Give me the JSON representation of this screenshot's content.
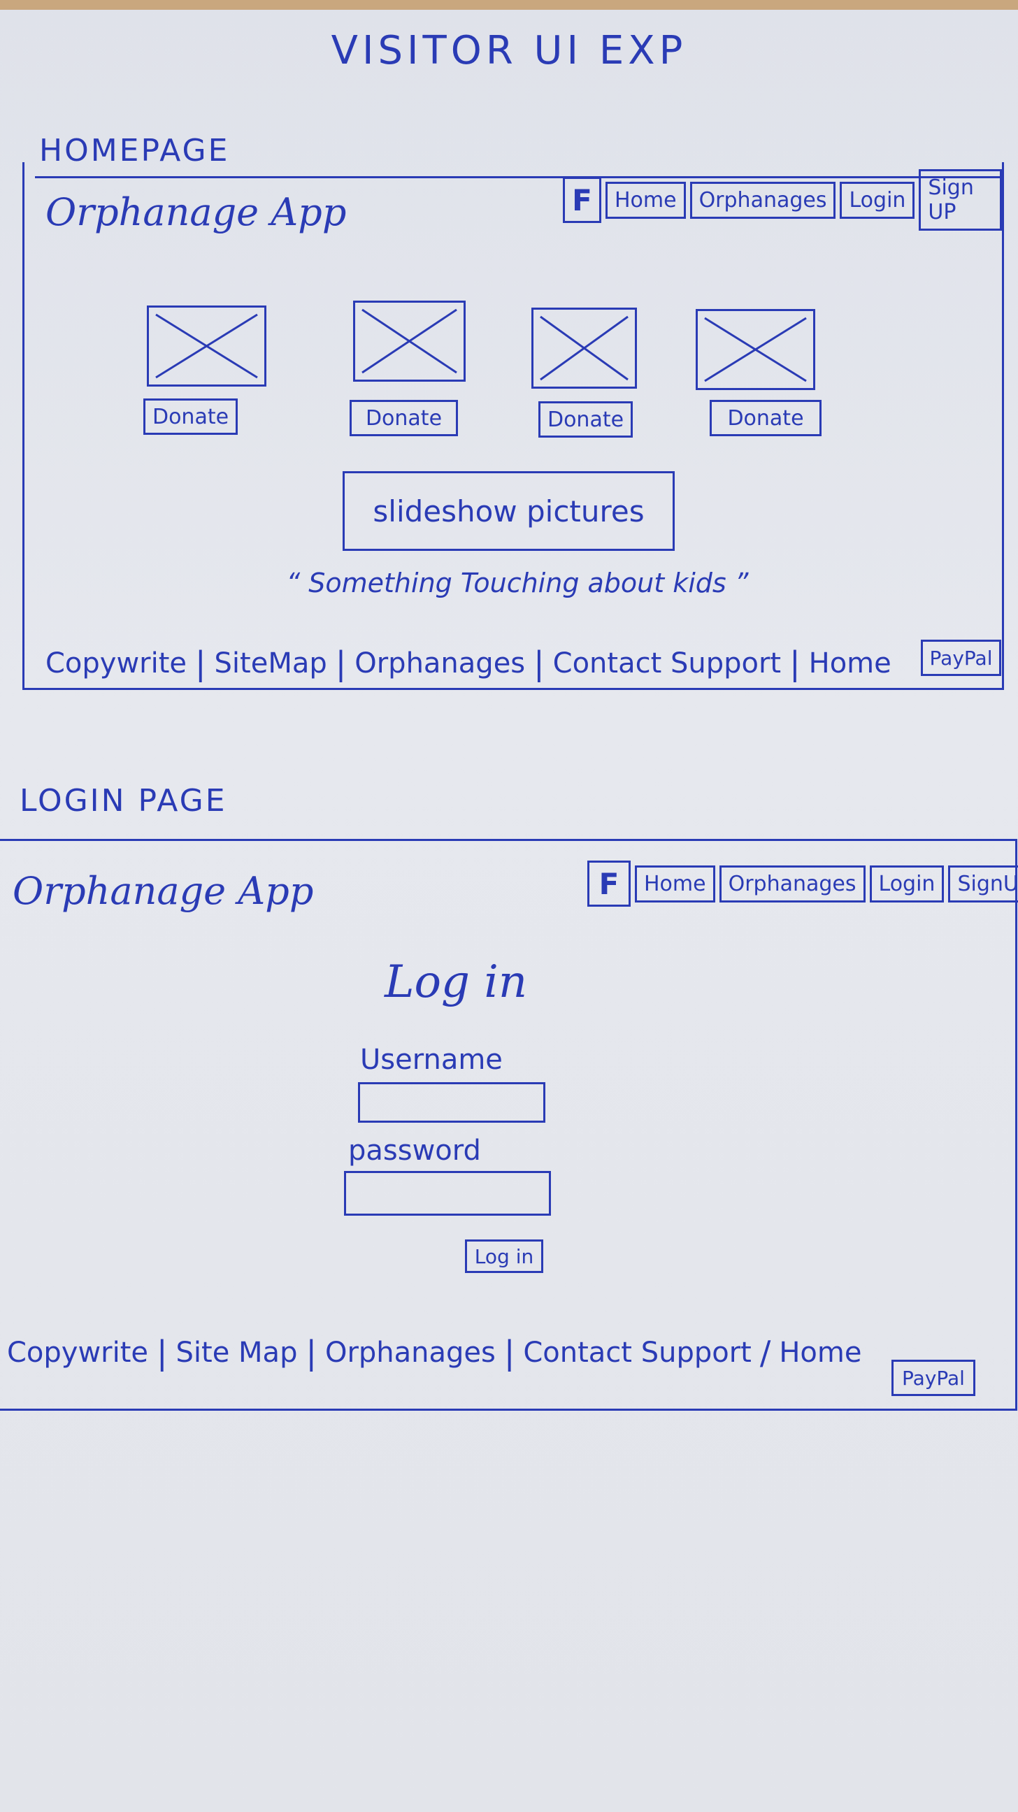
{
  "title": "VISITOR UI EXP",
  "homepage": {
    "section_label": "HOMEPAGE",
    "app_name": "Orphanage App",
    "nav": {
      "facebook": "F",
      "items": [
        "Home",
        "Orphanages",
        "Login",
        "Sign UP"
      ]
    },
    "donate_label": "Donate",
    "slideshow_label": "slideshow pictures",
    "quote": "“ Something Touching about kids ”",
    "footer": [
      "Copywrite",
      "SiteMap",
      "Orphanages",
      "Contact Support",
      "Home"
    ],
    "paypal": "PayPal"
  },
  "loginpage": {
    "section_label": "LOGIN PAGE",
    "app_name": "Orphanage App",
    "nav": {
      "facebook": "F",
      "items": [
        "Home",
        "Orphanages",
        "Login",
        "SignUp"
      ]
    },
    "heading": "Log in",
    "username_label": "Username",
    "password_label": "password",
    "login_button": "Log in",
    "footer": [
      "Copywrite",
      "Site Map",
      "Orphanages",
      "Contact Support",
      "Home"
    ],
    "paypal": "PayPal"
  }
}
